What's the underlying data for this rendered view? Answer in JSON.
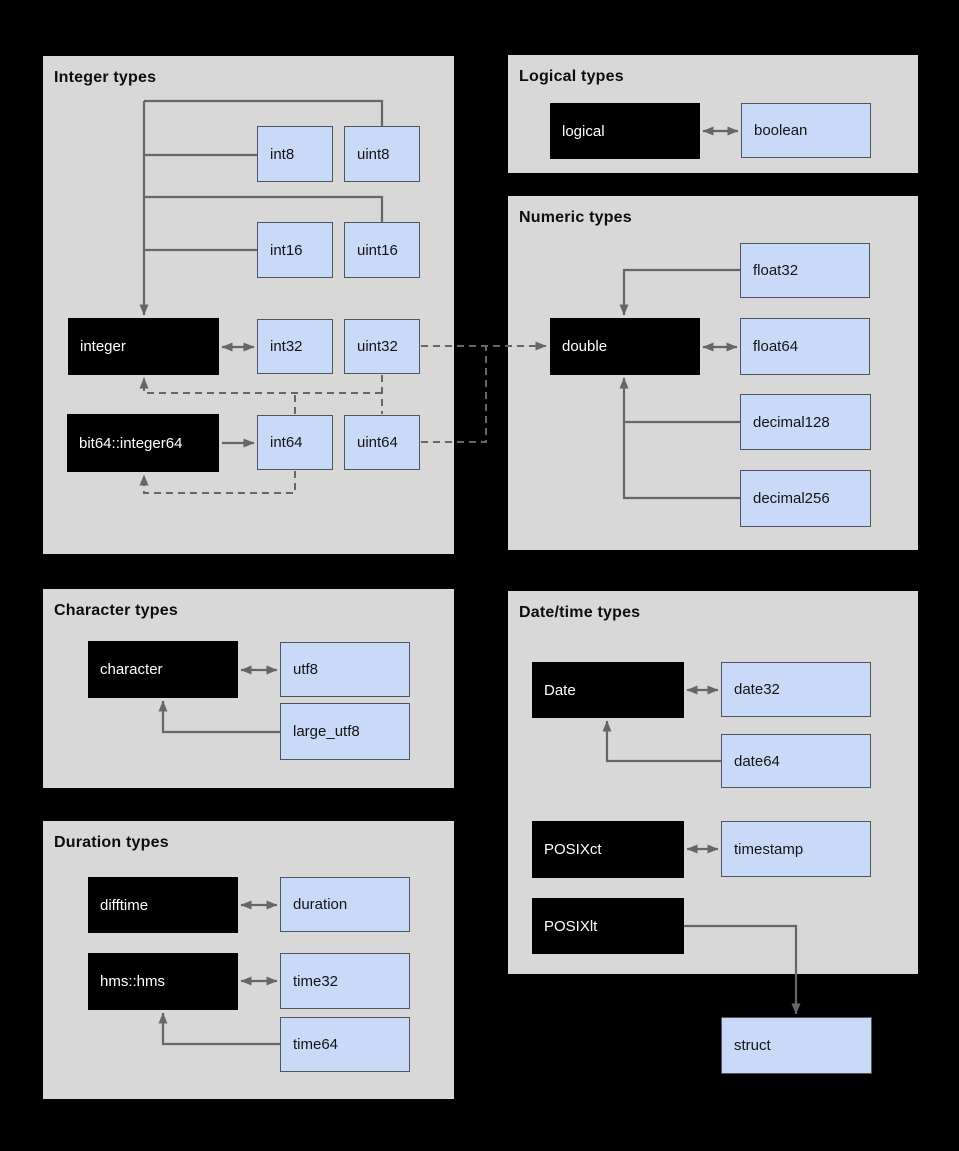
{
  "colors": {
    "page_bg": "#000000",
    "panel_bg": "#d8d8d8",
    "r_node_bg": "#000000",
    "r_node_text": "#ffffff",
    "arrow_node_bg": "#c9daf8",
    "arrow_node_border": "#4f555c",
    "connector": "#666666",
    "title_text": "#0d0d0d"
  },
  "panels": {
    "integer": {
      "title": "Integer types"
    },
    "logical": {
      "title": "Logical types"
    },
    "numeric": {
      "title": "Numeric types"
    },
    "character": {
      "title": "Character types"
    },
    "duration": {
      "title": "Duration types"
    },
    "datetime": {
      "title": "Date/time types"
    }
  },
  "nodes": {
    "integer": "integer",
    "bit64_integer64": "bit64::integer64",
    "int8": "int8",
    "uint8": "uint8",
    "int16": "int16",
    "uint16": "uint16",
    "int32": "int32",
    "uint32": "uint32",
    "int64": "int64",
    "uint64": "uint64",
    "logical": "logical",
    "boolean": "boolean",
    "double": "double",
    "float32": "float32",
    "float64": "float64",
    "decimal128": "decimal128",
    "decimal256": "decimal256",
    "character": "character",
    "utf8": "utf8",
    "large_utf8": "large_utf8",
    "difftime": "difftime",
    "duration": "duration",
    "hms_hms": "hms::hms",
    "time32": "time32",
    "time64": "time64",
    "Date": "Date",
    "date32": "date32",
    "date64": "date64",
    "POSIXct": "POSIXct",
    "timestamp": "timestamp",
    "POSIXlt": "POSIXlt",
    "struct": "struct"
  },
  "edges": [
    {
      "from": "uint8",
      "to": "integer",
      "style": "solid",
      "direction": "one-way"
    },
    {
      "from": "int8",
      "to": "integer",
      "style": "solid",
      "direction": "one-way"
    },
    {
      "from": "uint16",
      "to": "integer",
      "style": "solid",
      "direction": "one-way"
    },
    {
      "from": "int16",
      "to": "integer",
      "style": "solid",
      "direction": "one-way"
    },
    {
      "from": "integer",
      "to": "int32",
      "style": "solid",
      "direction": "two-way"
    },
    {
      "from": "bit64::integer64",
      "to": "int64",
      "style": "solid",
      "direction": "one-way"
    },
    {
      "from": "uint32",
      "to": "integer",
      "style": "dashed",
      "direction": "one-way"
    },
    {
      "from": "uint64",
      "to": "integer",
      "style": "dashed",
      "direction": "one-way"
    },
    {
      "from": "int64",
      "to": "integer",
      "style": "dashed",
      "direction": "one-way"
    },
    {
      "from": "int64",
      "to": "bit64::integer64",
      "style": "dashed",
      "direction": "one-way"
    },
    {
      "from": "uint32",
      "to": "double",
      "style": "dashed",
      "direction": "one-way"
    },
    {
      "from": "uint64",
      "to": "double",
      "style": "dashed",
      "direction": "one-way"
    },
    {
      "from": "logical",
      "to": "boolean",
      "style": "solid",
      "direction": "two-way"
    },
    {
      "from": "float32",
      "to": "double",
      "style": "solid",
      "direction": "one-way"
    },
    {
      "from": "double",
      "to": "float64",
      "style": "solid",
      "direction": "two-way"
    },
    {
      "from": "decimal128",
      "to": "double",
      "style": "solid",
      "direction": "one-way"
    },
    {
      "from": "decimal256",
      "to": "double",
      "style": "solid",
      "direction": "one-way"
    },
    {
      "from": "character",
      "to": "utf8",
      "style": "solid",
      "direction": "two-way"
    },
    {
      "from": "large_utf8",
      "to": "character",
      "style": "solid",
      "direction": "one-way"
    },
    {
      "from": "difftime",
      "to": "duration",
      "style": "solid",
      "direction": "two-way"
    },
    {
      "from": "hms::hms",
      "to": "time32",
      "style": "solid",
      "direction": "two-way"
    },
    {
      "from": "time64",
      "to": "hms::hms",
      "style": "solid",
      "direction": "one-way"
    },
    {
      "from": "Date",
      "to": "date32",
      "style": "solid",
      "direction": "two-way"
    },
    {
      "from": "date64",
      "to": "Date",
      "style": "solid",
      "direction": "one-way"
    },
    {
      "from": "POSIXct",
      "to": "timestamp",
      "style": "solid",
      "direction": "two-way"
    },
    {
      "from": "POSIXlt",
      "to": "struct",
      "style": "solid",
      "direction": "one-way"
    }
  ]
}
